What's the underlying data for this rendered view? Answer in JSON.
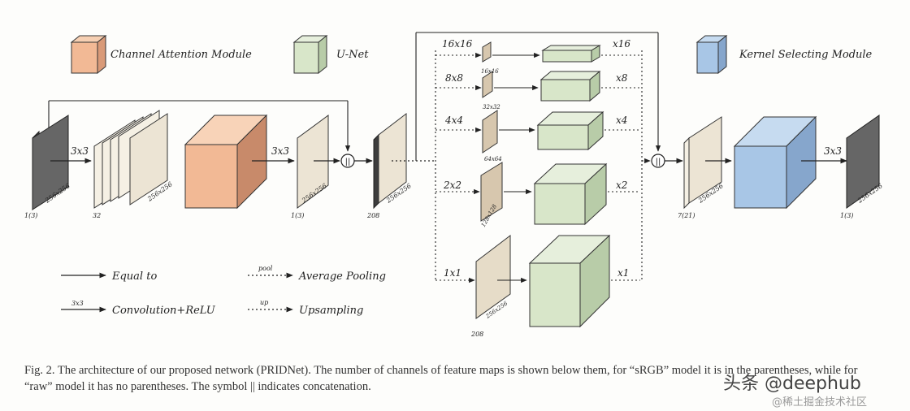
{
  "legend": {
    "cam": "Channel Attention Module",
    "unet": "U-Net",
    "ksm": "Kernel Selecting Module",
    "equal_to": "Equal to",
    "conv_relu": "Convolution+ReLU",
    "conv_relu_tag": "3x3",
    "avg_pool": "Average Pooling",
    "avg_pool_tag": "pool",
    "upsampling": "Upsampling",
    "upsampling_tag": "up"
  },
  "main": {
    "conv1": "3x3",
    "conv2": "3x3",
    "conv3": "3x3",
    "dim": "256x256",
    "ch_in": "1(3)",
    "ch_32": "32",
    "ch_1_3": "1(3)",
    "ch_208": "208",
    "ch_7_21": "7(21)",
    "ch_out": "1(3)",
    "concat": "||"
  },
  "branches": [
    {
      "pool": "16x16",
      "up": "x16",
      "size": "16x16"
    },
    {
      "pool": "8x8",
      "up": "x8",
      "size": "32x32"
    },
    {
      "pool": "4x4",
      "up": "x4",
      "size": "64x64"
    },
    {
      "pool": "2x2",
      "up": "x2",
      "size": "128x128"
    },
    {
      "pool": "1x1",
      "up": "x1",
      "size": "256x256",
      "ch": "208"
    }
  ],
  "caption": "Fig. 2.  The architecture of our proposed network (PRIDNet). The number of channels of feature maps is shown below them, for “sRGB” model it is in the parentheses, while for “raw” model it has no parentheses. The symbol || indicates concatenation.",
  "watermark": {
    "main": "头条 @deephub",
    "sub": "@稀土掘金技术社区"
  },
  "colors": {
    "cam": "#f2b995",
    "unet": "#d8e6c9",
    "ksm": "#a8c6e6",
    "feature": "#ece4d4",
    "dark": "#555555"
  }
}
